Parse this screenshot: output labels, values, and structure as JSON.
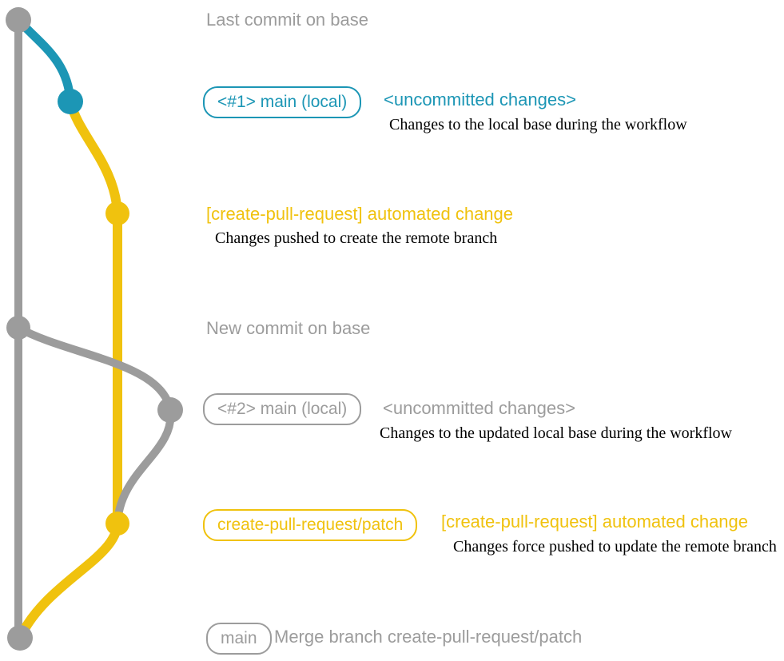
{
  "colors": {
    "gray": "#9c9c9c",
    "blue": "#1c96b5",
    "yellow": "#f0c20e",
    "caption_text": "#000000",
    "background": "#ffffff"
  },
  "rows": [
    {
      "label": "Last commit on base"
    },
    {
      "badge": "<#1> main (local)",
      "title": "<uncommitted changes>",
      "caption": "Changes to the local base during the workflow"
    },
    {
      "title": "[create-pull-request] automated change",
      "caption": "Changes pushed to create the remote branch"
    },
    {
      "label": "New commit on base"
    },
    {
      "badge": "<#2> main (local)",
      "title": "<uncommitted changes>",
      "caption": "Changes to the updated local base during the workflow"
    },
    {
      "badge": "create-pull-request/patch",
      "title": "[create-pull-request] automated change",
      "caption": "Changes force pushed to update the remote branch"
    },
    {
      "badge": "main",
      "title": "Merge branch create-pull-request/patch"
    }
  ]
}
